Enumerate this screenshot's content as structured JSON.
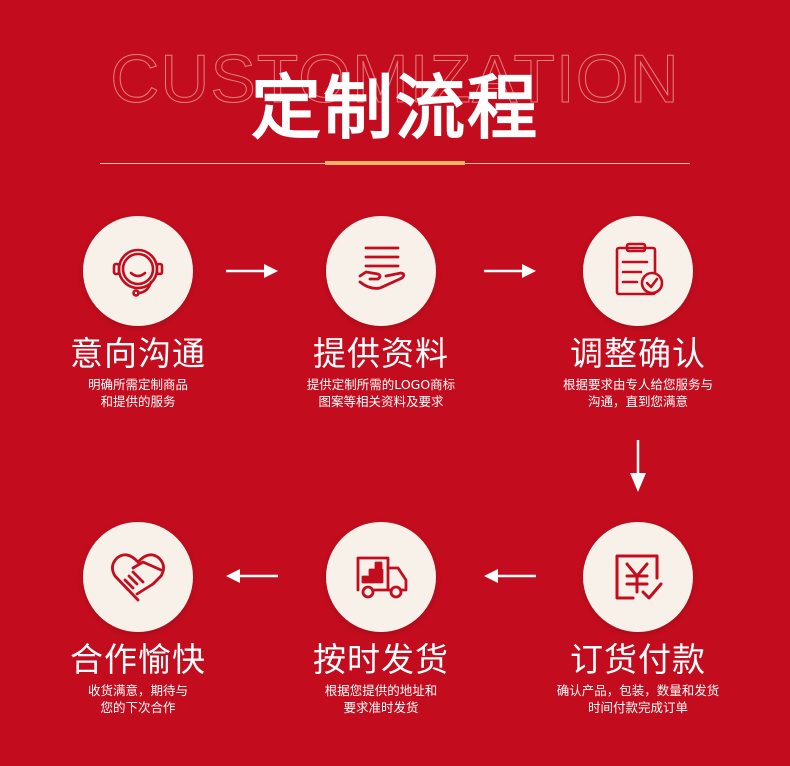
{
  "header": {
    "background_word": "CUSTOMIZATION",
    "title": "定制流程"
  },
  "colors": {
    "background": "#c30d1e",
    "circle": "#f7f1ea",
    "icon": "#c30d1e",
    "accent_line": "#f4b56a"
  },
  "steps": [
    {
      "title": "意向沟通",
      "desc_line1": "明确所需定制商品",
      "desc_line2": "和提供的服务",
      "icon": "headset-smile-icon"
    },
    {
      "title": "提供资料",
      "desc_line1": "提供定制所需的LOGO商标",
      "desc_line2": "图案等相关资料及要求",
      "icon": "hand-document-icon"
    },
    {
      "title": "调整确认",
      "desc_line1": "根据要求由专人给您服务与",
      "desc_line2": "沟通，直到您满意",
      "icon": "clipboard-check-icon"
    },
    {
      "title": "订货付款",
      "desc_line1": "确认产品，包装，数量和发货",
      "desc_line2": "时间付款完成订单",
      "icon": "yen-payment-icon"
    },
    {
      "title": "按时发货",
      "desc_line1": "根据您提供的地址和",
      "desc_line2": "要求准时发货",
      "icon": "delivery-truck-icon"
    },
    {
      "title": "合作愉快",
      "desc_line1": "收货满意，期待与",
      "desc_line2": "您的下次合作",
      "icon": "heart-handshake-icon"
    }
  ],
  "arrows": [
    "right",
    "right",
    "down",
    "left",
    "left"
  ]
}
